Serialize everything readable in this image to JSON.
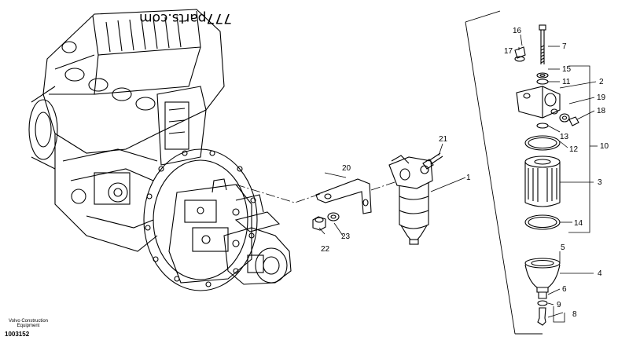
{
  "watermark": "777parts.com",
  "footer": {
    "brand": "Volvo Construction Equipment",
    "drawing_number": "1003152"
  },
  "callouts": {
    "c1": "1",
    "c2": "2",
    "c3": "3",
    "c4": "4",
    "c5": "5",
    "c6": "6",
    "c7": "7",
    "c8": "8",
    "c9": "9",
    "c10": "10",
    "c11": "11",
    "c12": "12",
    "c13": "13",
    "c14": "14",
    "c15": "15",
    "c16": "16",
    "c17": "17",
    "c18": "18",
    "c19": "19",
    "c20": "20",
    "c21": "21",
    "c22": "22",
    "c23": "23"
  }
}
